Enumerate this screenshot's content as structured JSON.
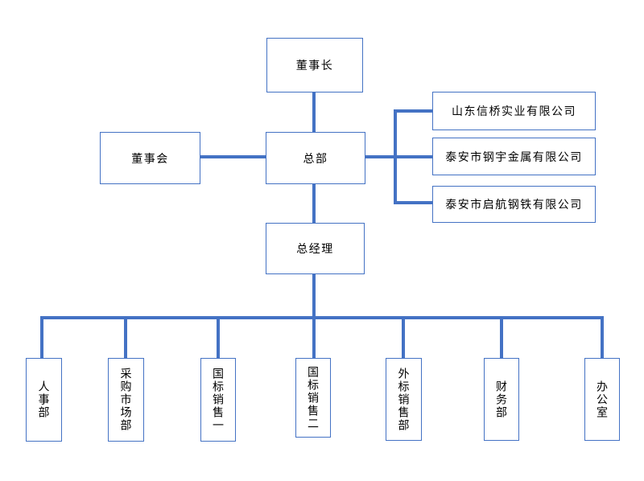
{
  "colors": {
    "accent": "#4472C4",
    "node_border": "#4472C4",
    "node_background": "#FFFFFF",
    "text": "#000000",
    "canvas_background": "#FFFFFF"
  },
  "org_chart": {
    "chairman": "董事长",
    "board": "董事会",
    "headquarters": "总部",
    "general_manager": "总经理",
    "affiliated_companies": [
      "山东信桥实业有限公司",
      "泰安市钢宇金属有限公司",
      "泰安市启航钢铁有限公司"
    ],
    "departments": [
      "人事部",
      "采购市场部",
      "国标销售一",
      "国标销售二",
      "外标销售部",
      "财务部",
      "办公室"
    ]
  }
}
